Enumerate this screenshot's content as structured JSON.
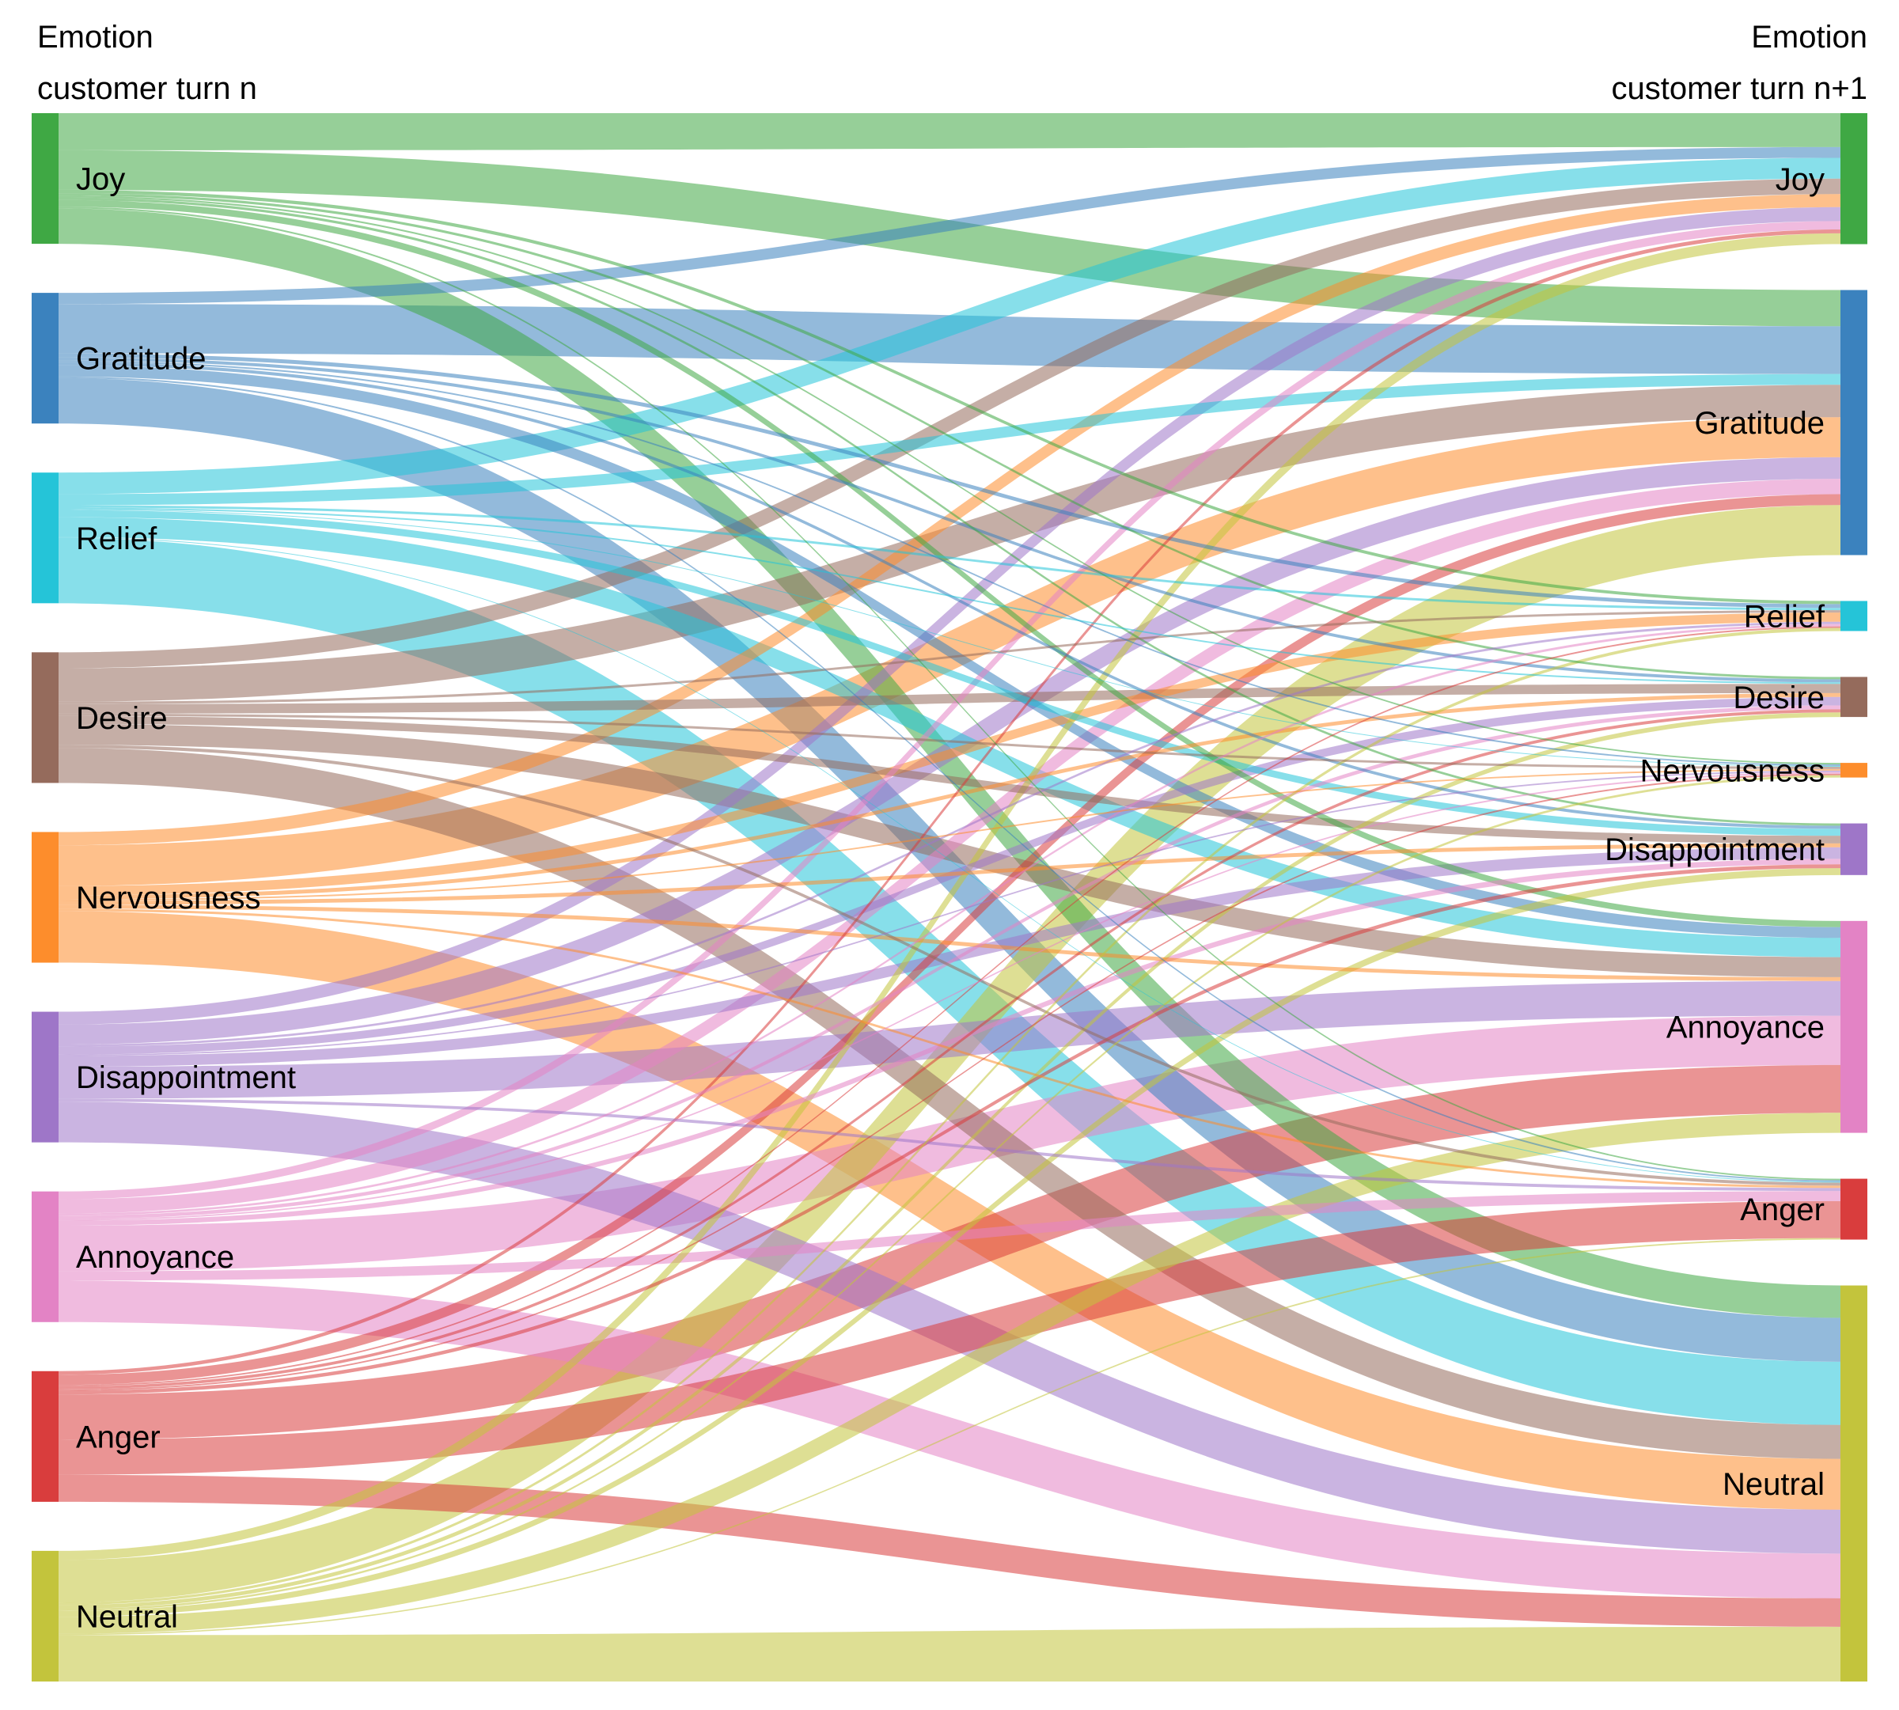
{
  "headers": {
    "left_line1": "Emotion",
    "left_line2": "customer turn n",
    "right_line1": "Emotion",
    "right_line2": "customer turn n+1"
  },
  "chart_data": {
    "type": "sankey",
    "source_nodes": [
      "Joy",
      "Gratitude",
      "Relief",
      "Desire",
      "Nervousness",
      "Disappointment",
      "Annoyance",
      "Anger",
      "Neutral"
    ],
    "target_nodes": [
      "Joy",
      "Gratitude",
      "Relief",
      "Desire",
      "Nervousness",
      "Disappointment",
      "Annoyance",
      "Anger",
      "Neutral"
    ],
    "colors": {
      "Joy": "#3fa844",
      "Gratitude": "#3b82be",
      "Relief": "#25c4d8",
      "Desire": "#956b5c",
      "Nervousness": "#fd8d2c",
      "Disappointment": "#9e76c8",
      "Annoyance": "#e383c5",
      "Anger": "#d93d3d",
      "Neutral": "#c3c43c"
    },
    "link_opacity": 0.55,
    "links": [
      {
        "source": "Joy",
        "target": "Joy",
        "value": 44
      },
      {
        "source": "Joy",
        "target": "Gratitude",
        "value": 47
      },
      {
        "source": "Joy",
        "target": "Relief",
        "value": 4
      },
      {
        "source": "Joy",
        "target": "Desire",
        "value": 3
      },
      {
        "source": "Joy",
        "target": "Nervousness",
        "value": 2
      },
      {
        "source": "Joy",
        "target": "Disappointment",
        "value": 3
      },
      {
        "source": "Joy",
        "target": "Annoyance",
        "value": 8
      },
      {
        "source": "Joy",
        "target": "Anger",
        "value": 2
      },
      {
        "source": "Joy",
        "target": "Neutral",
        "value": 42
      },
      {
        "source": "Gratitude",
        "target": "Joy",
        "value": 14
      },
      {
        "source": "Gratitude",
        "target": "Gratitude",
        "value": 62
      },
      {
        "source": "Gratitude",
        "target": "Relief",
        "value": 5
      },
      {
        "source": "Gratitude",
        "target": "Desire",
        "value": 4
      },
      {
        "source": "Gratitude",
        "target": "Nervousness",
        "value": 2
      },
      {
        "source": "Gratitude",
        "target": "Disappointment",
        "value": 4
      },
      {
        "source": "Gratitude",
        "target": "Annoyance",
        "value": 14
      },
      {
        "source": "Gratitude",
        "target": "Anger",
        "value": 2
      },
      {
        "source": "Gratitude",
        "target": "Neutral",
        "value": 57
      },
      {
        "source": "Relief",
        "target": "Joy",
        "value": 27
      },
      {
        "source": "Relief",
        "target": "Gratitude",
        "value": 14
      },
      {
        "source": "Relief",
        "target": "Relief",
        "value": 3
      },
      {
        "source": "Relief",
        "target": "Desire",
        "value": 2
      },
      {
        "source": "Relief",
        "target": "Nervousness",
        "value": 1
      },
      {
        "source": "Relief",
        "target": "Disappointment",
        "value": 9
      },
      {
        "source": "Relief",
        "target": "Annoyance",
        "value": 25
      },
      {
        "source": "Relief",
        "target": "Anger",
        "value": 1
      },
      {
        "source": "Relief",
        "target": "Neutral",
        "value": 82
      },
      {
        "source": "Desire",
        "target": "Joy",
        "value": 20
      },
      {
        "source": "Desire",
        "target": "Gratitude",
        "value": 42
      },
      {
        "source": "Desire",
        "target": "Relief",
        "value": 3
      },
      {
        "source": "Desire",
        "target": "Desire",
        "value": 12
      },
      {
        "source": "Desire",
        "target": "Nervousness",
        "value": 3
      },
      {
        "source": "Desire",
        "target": "Disappointment",
        "value": 10
      },
      {
        "source": "Desire",
        "target": "Annoyance",
        "value": 26
      },
      {
        "source": "Desire",
        "target": "Anger",
        "value": 4
      },
      {
        "source": "Desire",
        "target": "Neutral",
        "value": 44
      },
      {
        "source": "Nervousness",
        "target": "Joy",
        "value": 17
      },
      {
        "source": "Nervousness",
        "target": "Gratitude",
        "value": 52
      },
      {
        "source": "Nervousness",
        "target": "Relief",
        "value": 12
      },
      {
        "source": "Nervousness",
        "target": "Desire",
        "value": 5
      },
      {
        "source": "Nervousness",
        "target": "Nervousness",
        "value": 2
      },
      {
        "source": "Nervousness",
        "target": "Disappointment",
        "value": 5
      },
      {
        "source": "Nervousness",
        "target": "Annoyance",
        "value": 5
      },
      {
        "source": "Nervousness",
        "target": "Anger",
        "value": 3
      },
      {
        "source": "Nervousness",
        "target": "Neutral",
        "value": 66
      },
      {
        "source": "Disappointment",
        "target": "Joy",
        "value": 18
      },
      {
        "source": "Disappointment",
        "target": "Gratitude",
        "value": 28
      },
      {
        "source": "Disappointment",
        "target": "Relief",
        "value": 3
      },
      {
        "source": "Disappointment",
        "target": "Desire",
        "value": 11
      },
      {
        "source": "Disappointment",
        "target": "Nervousness",
        "value": 2
      },
      {
        "source": "Disappointment",
        "target": "Disappointment",
        "value": 15
      },
      {
        "source": "Disappointment",
        "target": "Annoyance",
        "value": 45
      },
      {
        "source": "Disappointment",
        "target": "Anger",
        "value": 4
      },
      {
        "source": "Disappointment",
        "target": "Neutral",
        "value": 57
      },
      {
        "source": "Annoyance",
        "target": "Joy",
        "value": 11
      },
      {
        "source": "Annoyance",
        "target": "Gratitude",
        "value": 20
      },
      {
        "source": "Annoyance",
        "target": "Relief",
        "value": 3
      },
      {
        "source": "Annoyance",
        "target": "Desire",
        "value": 5
      },
      {
        "source": "Annoyance",
        "target": "Nervousness",
        "value": 2
      },
      {
        "source": "Annoyance",
        "target": "Disappointment",
        "value": 7
      },
      {
        "source": "Annoyance",
        "target": "Annoyance",
        "value": 64
      },
      {
        "source": "Annoyance",
        "target": "Anger",
        "value": 13
      },
      {
        "source": "Annoyance",
        "target": "Neutral",
        "value": 58
      },
      {
        "source": "Anger",
        "target": "Joy",
        "value": 5
      },
      {
        "source": "Anger",
        "target": "Gratitude",
        "value": 14
      },
      {
        "source": "Anger",
        "target": "Relief",
        "value": 2
      },
      {
        "source": "Anger",
        "target": "Desire",
        "value": 4
      },
      {
        "source": "Anger",
        "target": "Nervousness",
        "value": 2
      },
      {
        "source": "Anger",
        "target": "Disappointment",
        "value": 5
      },
      {
        "source": "Anger",
        "target": "Annoyance",
        "value": 62
      },
      {
        "source": "Anger",
        "target": "Anger",
        "value": 48
      },
      {
        "source": "Anger",
        "target": "Neutral",
        "value": 37
      },
      {
        "source": "Neutral",
        "target": "Joy",
        "value": 14
      },
      {
        "source": "Neutral",
        "target": "Gratitude",
        "value": 65
      },
      {
        "source": "Neutral",
        "target": "Relief",
        "value": 4
      },
      {
        "source": "Neutral",
        "target": "Desire",
        "value": 6
      },
      {
        "source": "Neutral",
        "target": "Nervousness",
        "value": 3
      },
      {
        "source": "Neutral",
        "target": "Disappointment",
        "value": 9
      },
      {
        "source": "Neutral",
        "target": "Annoyance",
        "value": 26
      },
      {
        "source": "Neutral",
        "target": "Anger",
        "value": 2
      },
      {
        "source": "Neutral",
        "target": "Neutral",
        "value": 71
      }
    ]
  }
}
